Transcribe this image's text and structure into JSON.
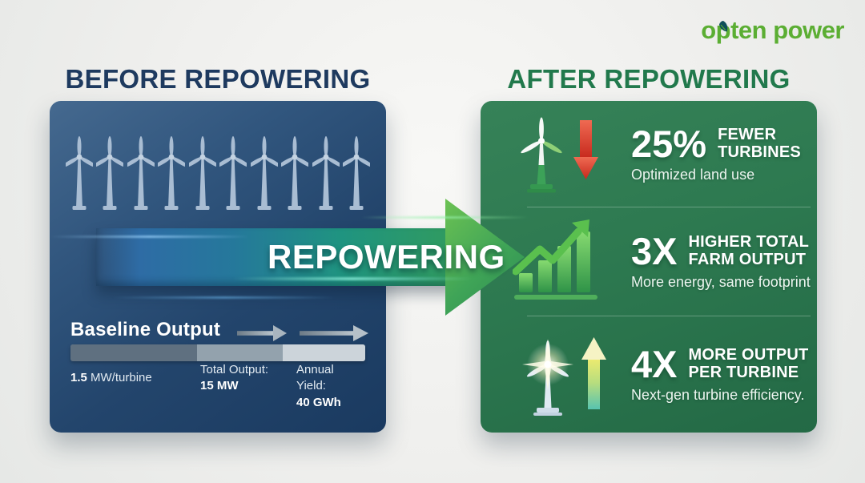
{
  "brand": {
    "logo_o": "o",
    "logo_p": "p",
    "logo_rest": "ten power",
    "logo_color": "#5bae33",
    "leaf_color": "#0f4f5a"
  },
  "headings": {
    "before": "BEFORE REPOWERING",
    "after": "AFTER REPOWERING"
  },
  "before_panel": {
    "turbine_count": 10,
    "baseline_label": "Baseline Output",
    "output_bar": {
      "segments": [
        {
          "pct": 43,
          "color": "#5f7080"
        },
        {
          "pct": 29,
          "color": "#93a2ad"
        },
        {
          "pct": 28,
          "color": "#ccd4da"
        }
      ]
    },
    "stats": {
      "per_turbine": {
        "value": "1.5",
        "unit": "MW/turbine"
      },
      "total_output": {
        "label": "Total Output:",
        "value": "15 MW"
      },
      "annual_yield": {
        "label": "Annual Yield:",
        "value": "40 GWh"
      }
    }
  },
  "transition": {
    "label": "REPOWERING"
  },
  "after_panel": {
    "rows": [
      {
        "value": "25%",
        "headline1": "FEWER",
        "headline2": "TURBINES",
        "subtext": "Optimized land use",
        "icon": "turbine-decrease"
      },
      {
        "value": "3X",
        "headline1": "HIGHER TOTAL",
        "headline2": "FARM OUTPUT",
        "subtext": "More energy, same footprint",
        "icon": "growth-chart"
      },
      {
        "value": "4X",
        "headline1": "MORE OUTPUT",
        "headline2": "PER TURBINE",
        "subtext": "Next-gen turbine efficiency.",
        "icon": "turbine-boost"
      }
    ]
  },
  "colors": {
    "navy_heading": "#1e3a5f",
    "green_heading": "#21794c",
    "panel_navy": "#27496f",
    "panel_green": "#2c7950",
    "arrow_blue": "#2e6ca5",
    "arrow_teal": "#1f9480",
    "arrow_green": "#3d9e56",
    "red_down_arrow": "#d43527"
  }
}
